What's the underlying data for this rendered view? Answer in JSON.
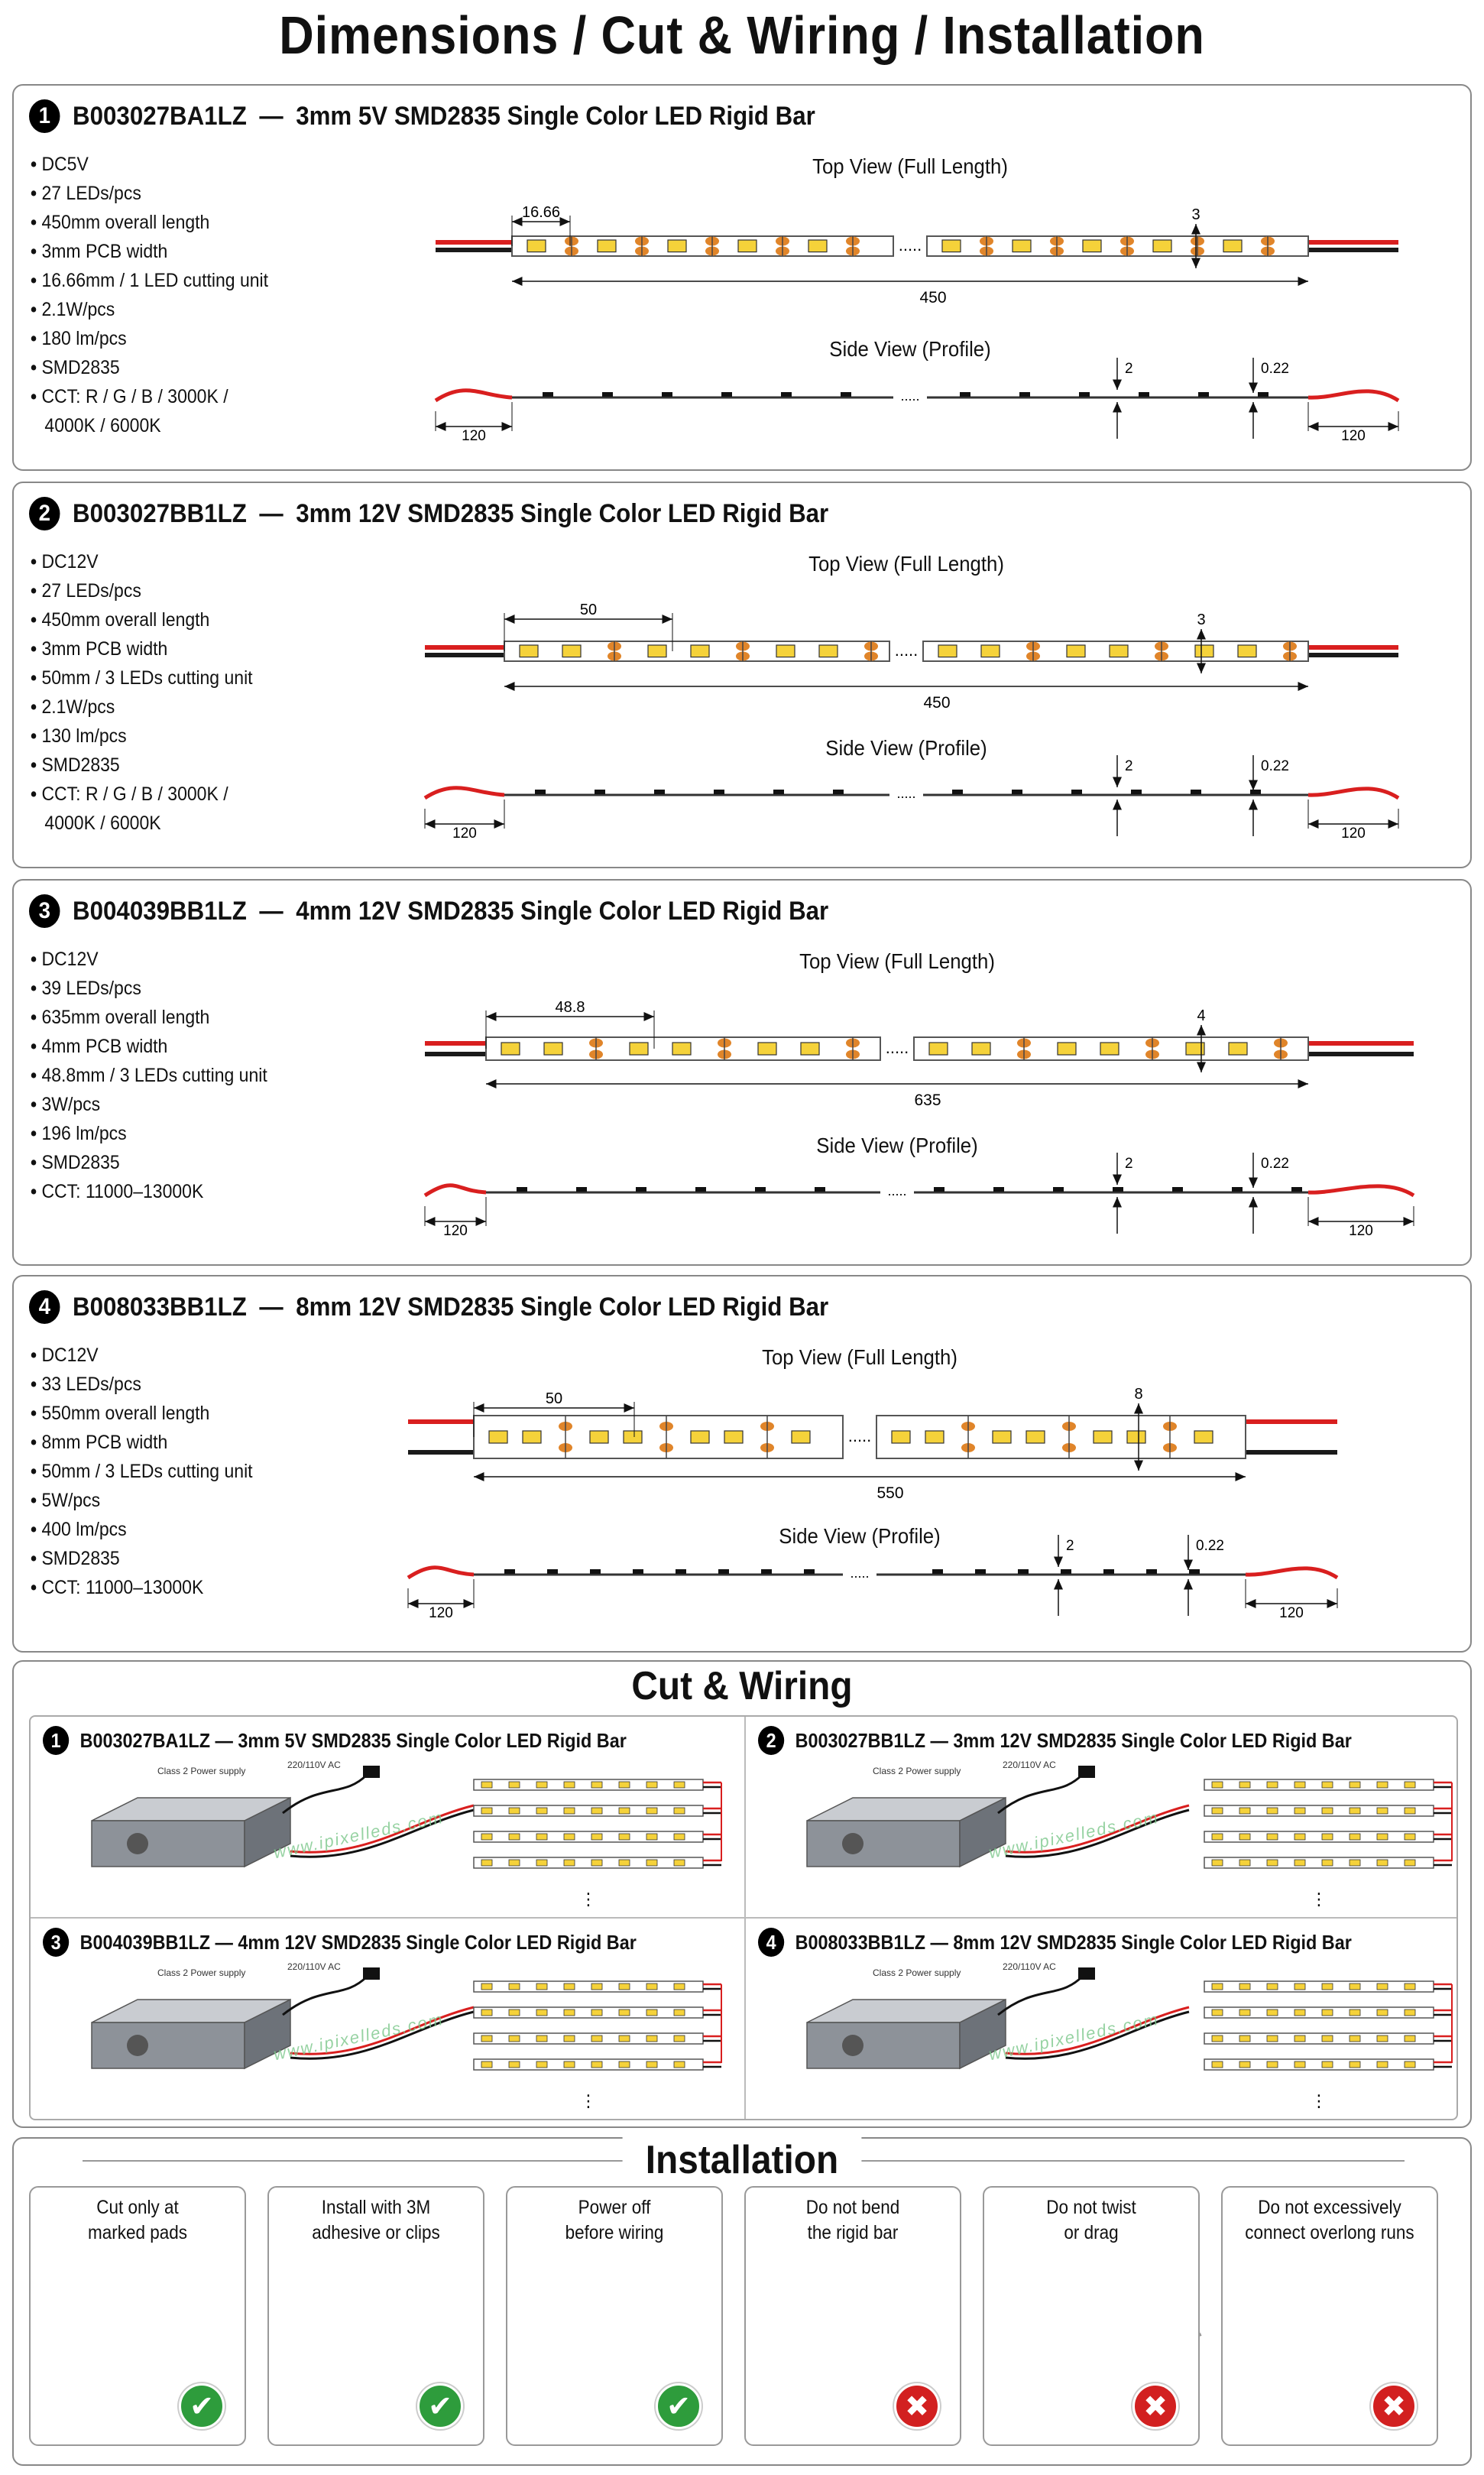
{
  "title": "Dimensions / Cut & Wiring / Installation",
  "products": [
    {
      "num": "1",
      "model": "B003027BA1LZ",
      "name": "3mm 5V SMD2835 Single Color LED Rigid Bar",
      "specs": [
        "DC5V",
        "27 LEDs/pcs",
        "450mm overall length",
        "3mm PCB width",
        "16.66mm / 1 LED cutting unit",
        "2.1W/pcs",
        "180 lm/pcs",
        "SMD2835",
        "CCT: R / G / B / 3000K /",
        "4000K / 6000K"
      ],
      "top_view": "Top View (Full Length)",
      "side_view": "Side View (Profile)",
      "cut": "16.66",
      "width": "3",
      "length": "450",
      "height": "2",
      "thickness": "0.22",
      "wire": "120",
      "wire_right": "120"
    },
    {
      "num": "2",
      "model": "B003027BB1LZ",
      "name": "3mm 12V SMD2835 Single Color LED Rigid Bar",
      "specs": [
        "DC12V",
        "27 LEDs/pcs",
        "450mm overall length",
        "3mm PCB width",
        "50mm / 3 LEDs cutting unit",
        "2.1W/pcs",
        "130 lm/pcs",
        "SMD2835",
        "CCT: R / G / B / 3000K /",
        "4000K / 6000K"
      ],
      "top_view": "Top View (Full Length)",
      "side_view": "Side View (Profile)",
      "cut": "50",
      "width": "3",
      "length": "450",
      "height": "2",
      "thickness": "0.22",
      "wire": "120",
      "wire_right": "120"
    },
    {
      "num": "3",
      "model": "B004039BB1LZ",
      "name": "4mm 12V SMD2835 Single Color LED Rigid Bar",
      "specs": [
        "DC12V",
        "39 LEDs/pcs",
        "635mm overall length",
        "4mm PCB width",
        "48.8mm / 3 LEDs cutting unit",
        "3W/pcs",
        "196 lm/pcs",
        "SMD2835",
        "CCT: 11000–13000K"
      ],
      "top_view": "Top View (Full Length)",
      "side_view": "Side View (Profile)",
      "cut": "48.8",
      "width": "4",
      "length": "635",
      "height": "2",
      "thickness": "0.22",
      "wire": "120",
      "wire_right": "120"
    },
    {
      "num": "4",
      "model": "B008033BB1LZ",
      "name": "8mm 12V SMD2835 Single Color LED Rigid Bar",
      "specs": [
        "DC12V",
        "33 LEDs/pcs",
        "550mm overall length",
        "8mm PCB width",
        "50mm / 3 LEDs cutting unit",
        "5W/pcs",
        "400 lm/pcs",
        "SMD2835",
        "CCT: 11000–13000K"
      ],
      "top_view": "Top View (Full Length)",
      "side_view": "Side View (Profile)",
      "cut": "50",
      "width": "8",
      "length": "550",
      "height": "2",
      "thickness": "0.22",
      "wire": "120",
      "wire_right": "120"
    }
  ],
  "dots": ".....",
  "cut_wiring": {
    "title": "Cut & Wiring",
    "supply": "Class 2 Power supply",
    "ac": "220/110V AC",
    "watermark": "www.ipixelleds.com",
    "items": [
      {
        "num": "1",
        "label": "B003027BA1LZ  —  3mm 5V SMD2835 Single Color LED Rigid Bar"
      },
      {
        "num": "2",
        "label": "B003027BB1LZ  —  3mm 12V SMD2835 Single Color LED Rigid Bar"
      },
      {
        "num": "3",
        "label": "B004039BB1LZ  —  4mm 12V SMD2835 Single Color LED Rigid Bar"
      },
      {
        "num": "4",
        "label": "B008033BB1LZ  —  8mm 12V SMD2835 Single Color LED Rigid Bar"
      }
    ]
  },
  "installation": {
    "title": "Installation",
    "cards": [
      {
        "label": "Cut only at\nmarked pads",
        "status": "ok",
        "icon": "scissors-icon"
      },
      {
        "label": "Install with 3M\nadhesive or clips",
        "status": "ok",
        "icon": "clip-icon"
      },
      {
        "label": "Power off\nbefore wiring",
        "status": "ok",
        "icon": "plug-warning-icon"
      },
      {
        "label": "Do not bend\nthe rigid bar",
        "status": "no",
        "icon": "bend-icon"
      },
      {
        "label": "Do not twist\nor drag",
        "status": "no",
        "icon": "twist-icon"
      },
      {
        "label": "Do not excessively\nconnect overlong runs",
        "status": "no",
        "icon": "coil-icon"
      }
    ],
    "ok_mark": "✔",
    "no_mark": "✖"
  },
  "colors": {
    "led": "#f5d23a",
    "pad": "#e0852a",
    "wire_red": "#d91f1f",
    "wire_black": "#1a1a1a",
    "ok": "#2e9c3c",
    "no": "#d22020"
  }
}
